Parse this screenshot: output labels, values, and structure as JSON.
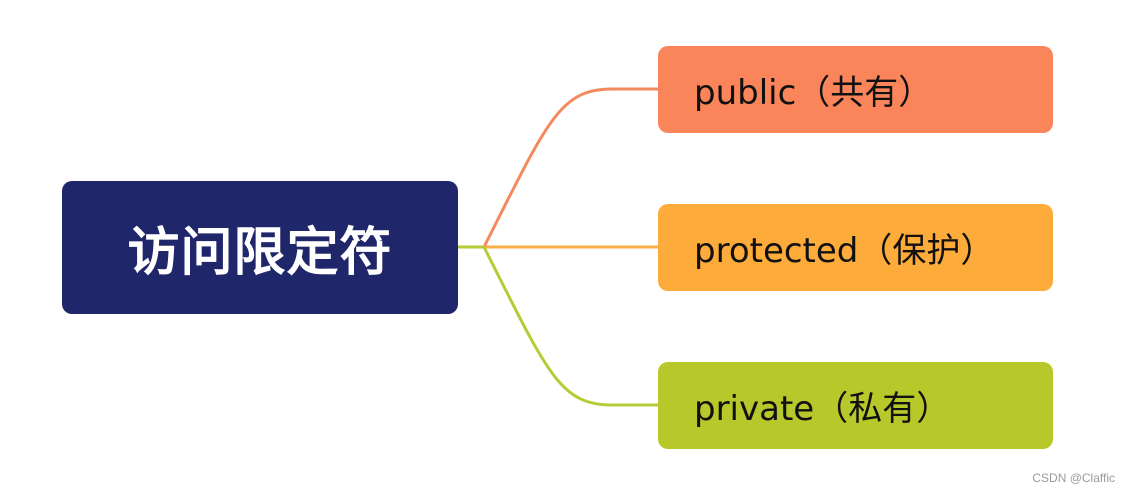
{
  "root": {
    "label": "访问限定符",
    "color": "#20266a",
    "text_color": "#ffffff"
  },
  "branches": [
    {
      "label": "public（共有）",
      "color": "#fb855a",
      "line_color": "#f5895e"
    },
    {
      "label": "protected（保护）",
      "color": "#fdab3a",
      "line_color": "#f9ae47"
    },
    {
      "label": "private（私有）",
      "color": "#b7c92a",
      "line_color": "#b6cb35"
    }
  ],
  "watermark": "CSDN @Claffic"
}
